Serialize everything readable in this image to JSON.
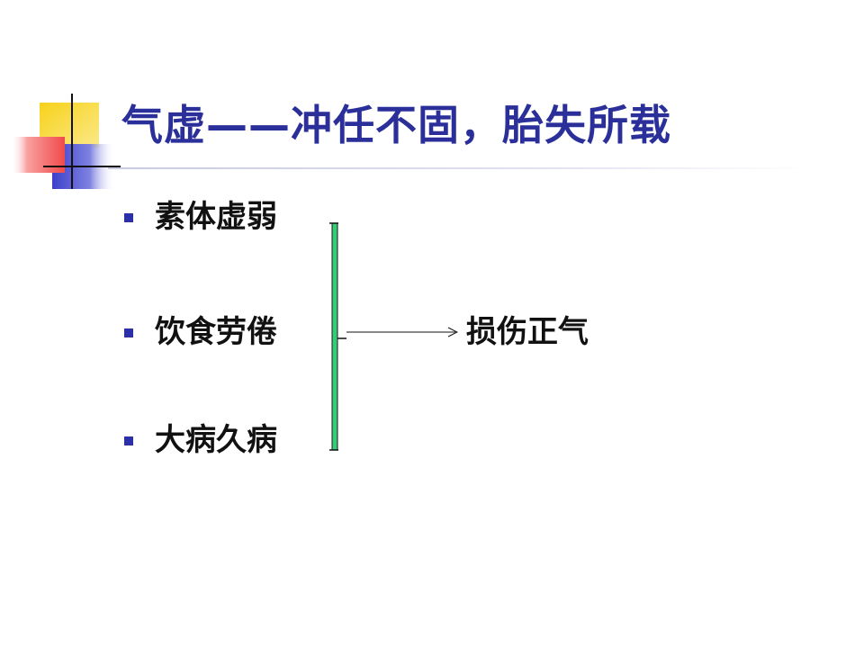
{
  "slide": {
    "title": "气虚——冲任不固，胎失所载",
    "bullets": [
      {
        "label": "素体虚弱"
      },
      {
        "label": "饮食劳倦"
      },
      {
        "label": "大病久病"
      }
    ],
    "result": "损伤正气"
  },
  "colors": {
    "title": "#2b2f9a",
    "bullet_marker": "#2b2fa8",
    "bracket": "#33cc77",
    "logo_yellow": "#f7d21a",
    "logo_red": "#f04a4a",
    "logo_blue": "#3c3fc9"
  }
}
